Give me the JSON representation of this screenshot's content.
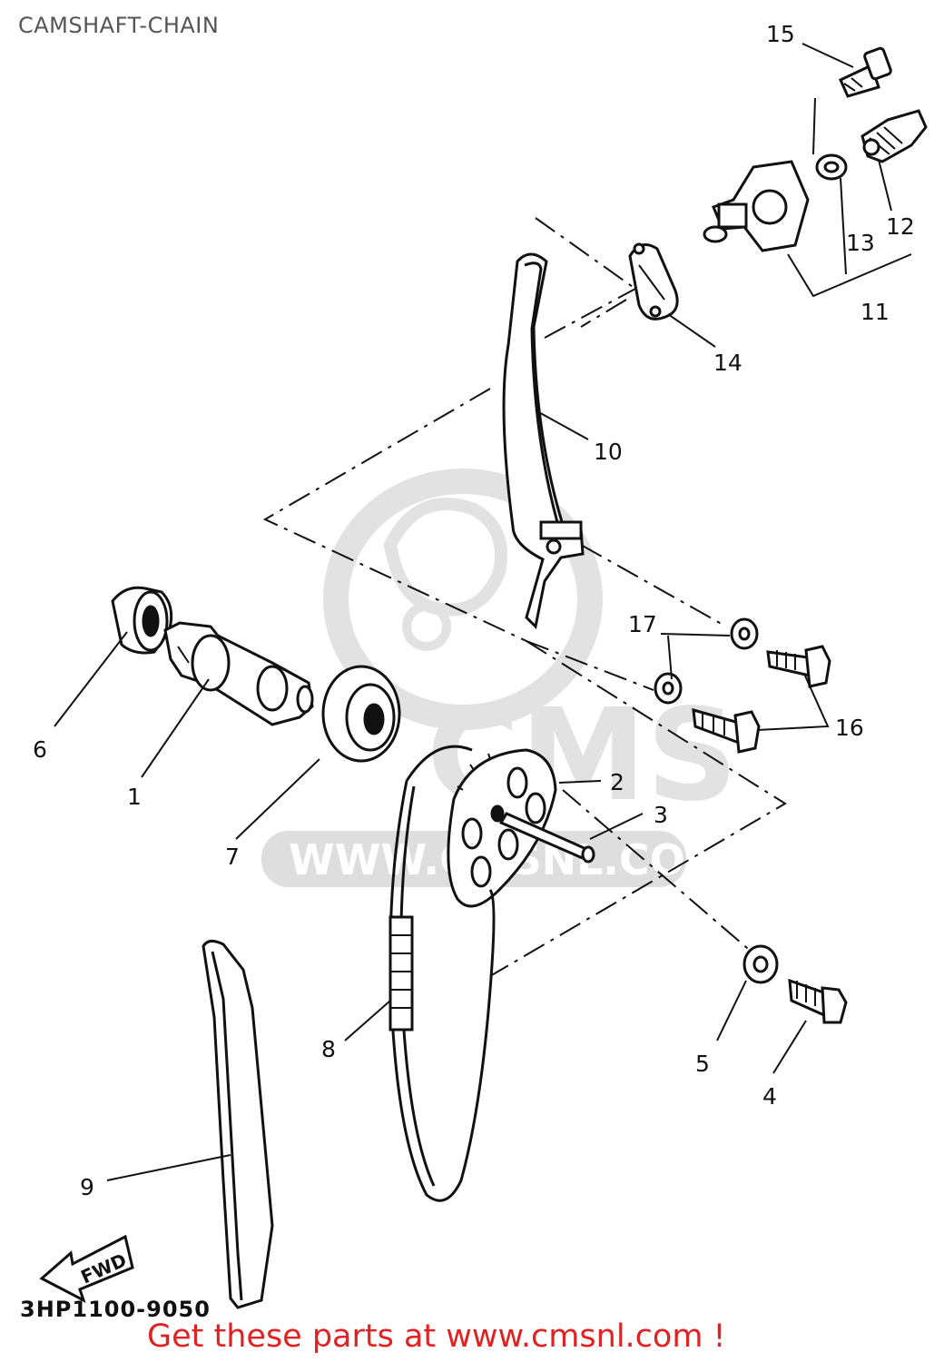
{
  "title": "CAMSHAFT-CHAIN",
  "diagram_code": "3HP1100-9050",
  "promo": "Get these parts at www.cmsnl.com !",
  "watermark": {
    "brand": "CMS",
    "url": "WWW.CMSNL.COM"
  },
  "fwd_label": "FWD",
  "callouts": [
    {
      "id": "c1",
      "label": "1"
    },
    {
      "id": "c2",
      "label": "2"
    },
    {
      "id": "c3",
      "label": "3"
    },
    {
      "id": "c4",
      "label": "4"
    },
    {
      "id": "c5",
      "label": "5"
    },
    {
      "id": "c6",
      "label": "6"
    },
    {
      "id": "c7",
      "label": "7"
    },
    {
      "id": "c8",
      "label": "8"
    },
    {
      "id": "c9",
      "label": "9"
    },
    {
      "id": "c10",
      "label": "10"
    },
    {
      "id": "c11",
      "label": "11"
    },
    {
      "id": "c12",
      "label": "12"
    },
    {
      "id": "c13",
      "label": "13"
    },
    {
      "id": "c14",
      "label": "14"
    },
    {
      "id": "c15",
      "label": "15"
    },
    {
      "id": "c16",
      "label": "16"
    },
    {
      "id": "c17",
      "label": "17"
    }
  ],
  "colors": {
    "ink": "#111111",
    "watermark": "#dddddd",
    "promo": "#e02222"
  }
}
